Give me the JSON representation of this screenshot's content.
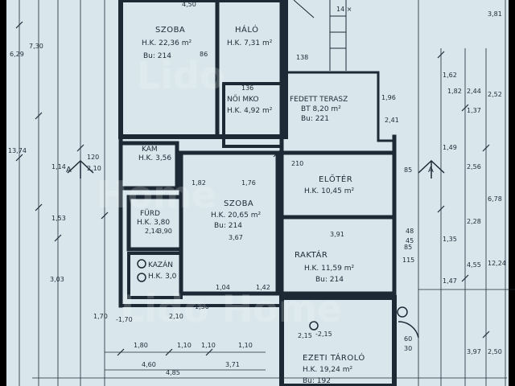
{
  "watermark": [
    "Lido",
    "Home",
    "Lido Home"
  ],
  "colors": {
    "paper": "#d9e6ec",
    "ink": "#1d2a36",
    "frame": "#000000"
  },
  "rooms": {
    "szoba1": {
      "name": "SZOBA",
      "area": "H.K. 22,36 m²",
      "floor": "Bu: 214"
    },
    "halo": {
      "name": "HÁLÓ",
      "area": "H.K. 7,31 m²"
    },
    "noi": {
      "name": "NŐI MKO",
      "area": "H.K. 4,92 m²"
    },
    "fedett": {
      "name": "FEDETT TERASZ",
      "area": "BT 8,20 m²",
      "floor": "Bu: 221"
    },
    "kamra": {
      "name": "KAM",
      "area": "H.K. 3,56"
    },
    "szoba2": {
      "name": "SZOBA",
      "area": "H.K. 20,65 m²",
      "floor": "Bu: 214"
    },
    "eloter": {
      "name": "ELŐTÉR",
      "area": "H.K. 10,45 m²"
    },
    "furdo": {
      "name": "FÜRD",
      "area": "H.K. 3,80"
    },
    "raktar": {
      "name": "RAKTÁR",
      "area": "H.K. 11,59 m²",
      "floor": "Bu: 214"
    },
    "kazan": {
      "name": "KAZÁN",
      "area": "H.K. 3,0"
    },
    "tarolo": {
      "name": "EZETI TÁROLÓ",
      "area": "H.K. 19,24 m²",
      "floor": "Bu: 192"
    }
  },
  "dimensions": {
    "top": [
      "4,50",
      "86",
      "136",
      "138",
      "1,96",
      "2,41",
      "3,81"
    ],
    "left_vertical": [
      "6,29",
      "7,30",
      "13,74",
      "3,03",
      "1,70",
      "1,53",
      "1,14"
    ],
    "middle": [
      "1,82",
      "1,76",
      "3,67",
      "3,91",
      "2,14",
      "1,04",
      "1,42"
    ],
    "right_vertical": [
      "1,82",
      "1,49",
      "2,56",
      "2,28",
      "6,78",
      "1,37",
      "2,44",
      "2,52",
      "4,55",
      "12,24",
      "3,97",
      "2,50",
      "1,47",
      "1,35",
      "1,62"
    ],
    "bottom": [
      "1,80",
      "1,10",
      "1,10",
      "1,10",
      "2,15",
      "4,60",
      "4,85",
      "3,71"
    ],
    "misc": [
      "85",
      "85",
      "48",
      "45",
      "115",
      "60",
      "30",
      "210",
      "120",
      "2,10",
      "-2,15",
      "-1,70",
      "1,50",
      "2,10",
      "3,90"
    ]
  },
  "section_markers": [
    "A",
    "A"
  ],
  "stair_label": "14 ×"
}
